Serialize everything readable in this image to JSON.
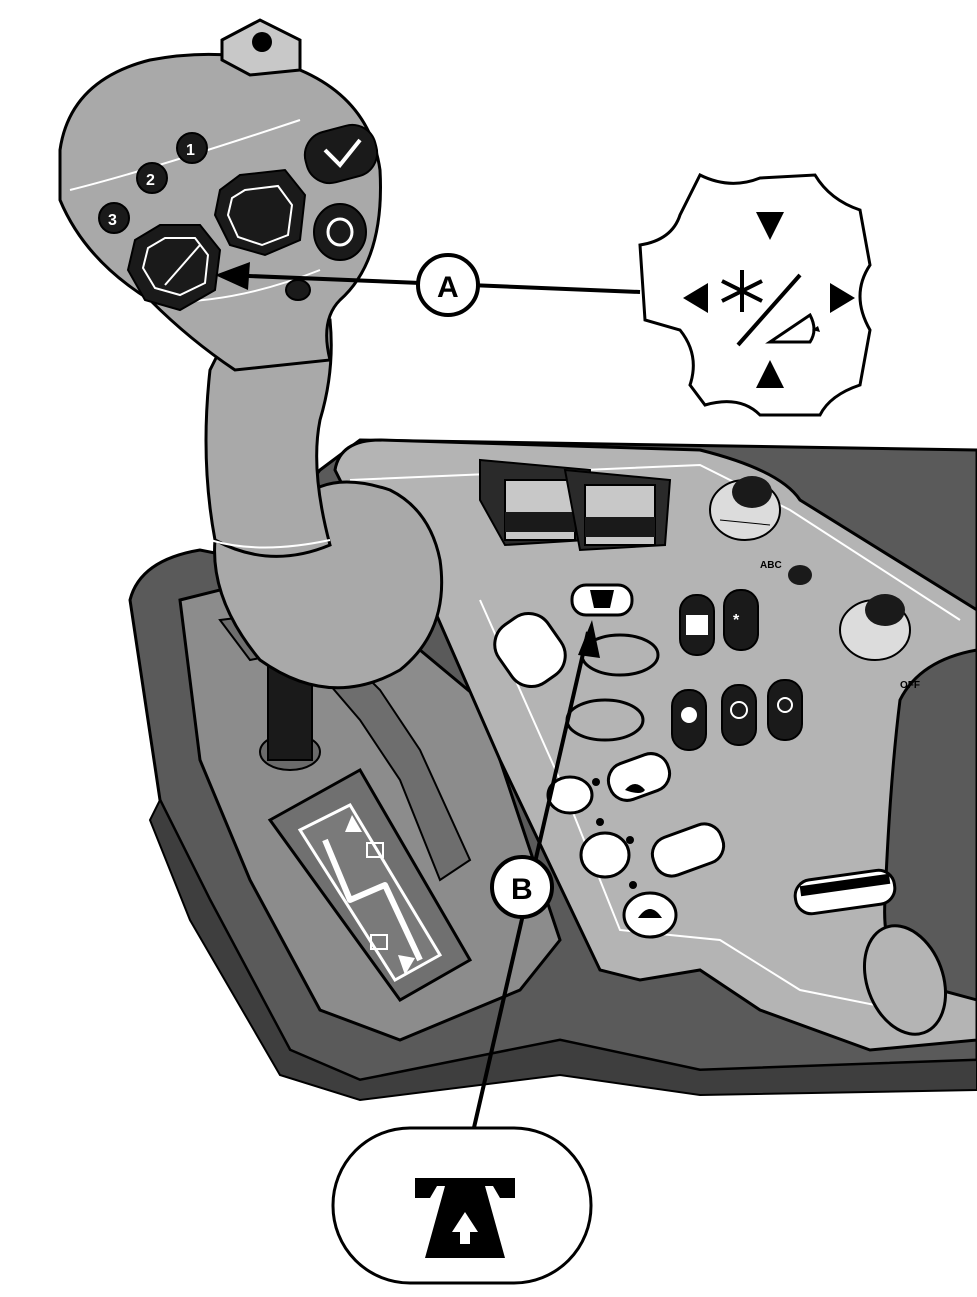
{
  "callouts": {
    "a": {
      "letter": "A"
    },
    "b": {
      "letter": "B"
    }
  },
  "handle_buttons": {
    "one": "1",
    "two": "2",
    "three": "3"
  },
  "console_labels": {
    "abc": "ABC",
    "off": "OFF"
  },
  "colors": {
    "body_gray": "#a9a9a9",
    "dark_gray": "#5a5a5a",
    "panel_gray": "#b4b4b4",
    "outline": "#000000",
    "highlight": "#ffffff"
  },
  "icons": [
    "joystick-handle",
    "wiper-control-icon",
    "cruise-control-icon",
    "arrow-up-icon",
    "arrow-down-icon",
    "arrow-left-icon",
    "arrow-right-icon",
    "turtle-icon",
    "hare-icon"
  ]
}
